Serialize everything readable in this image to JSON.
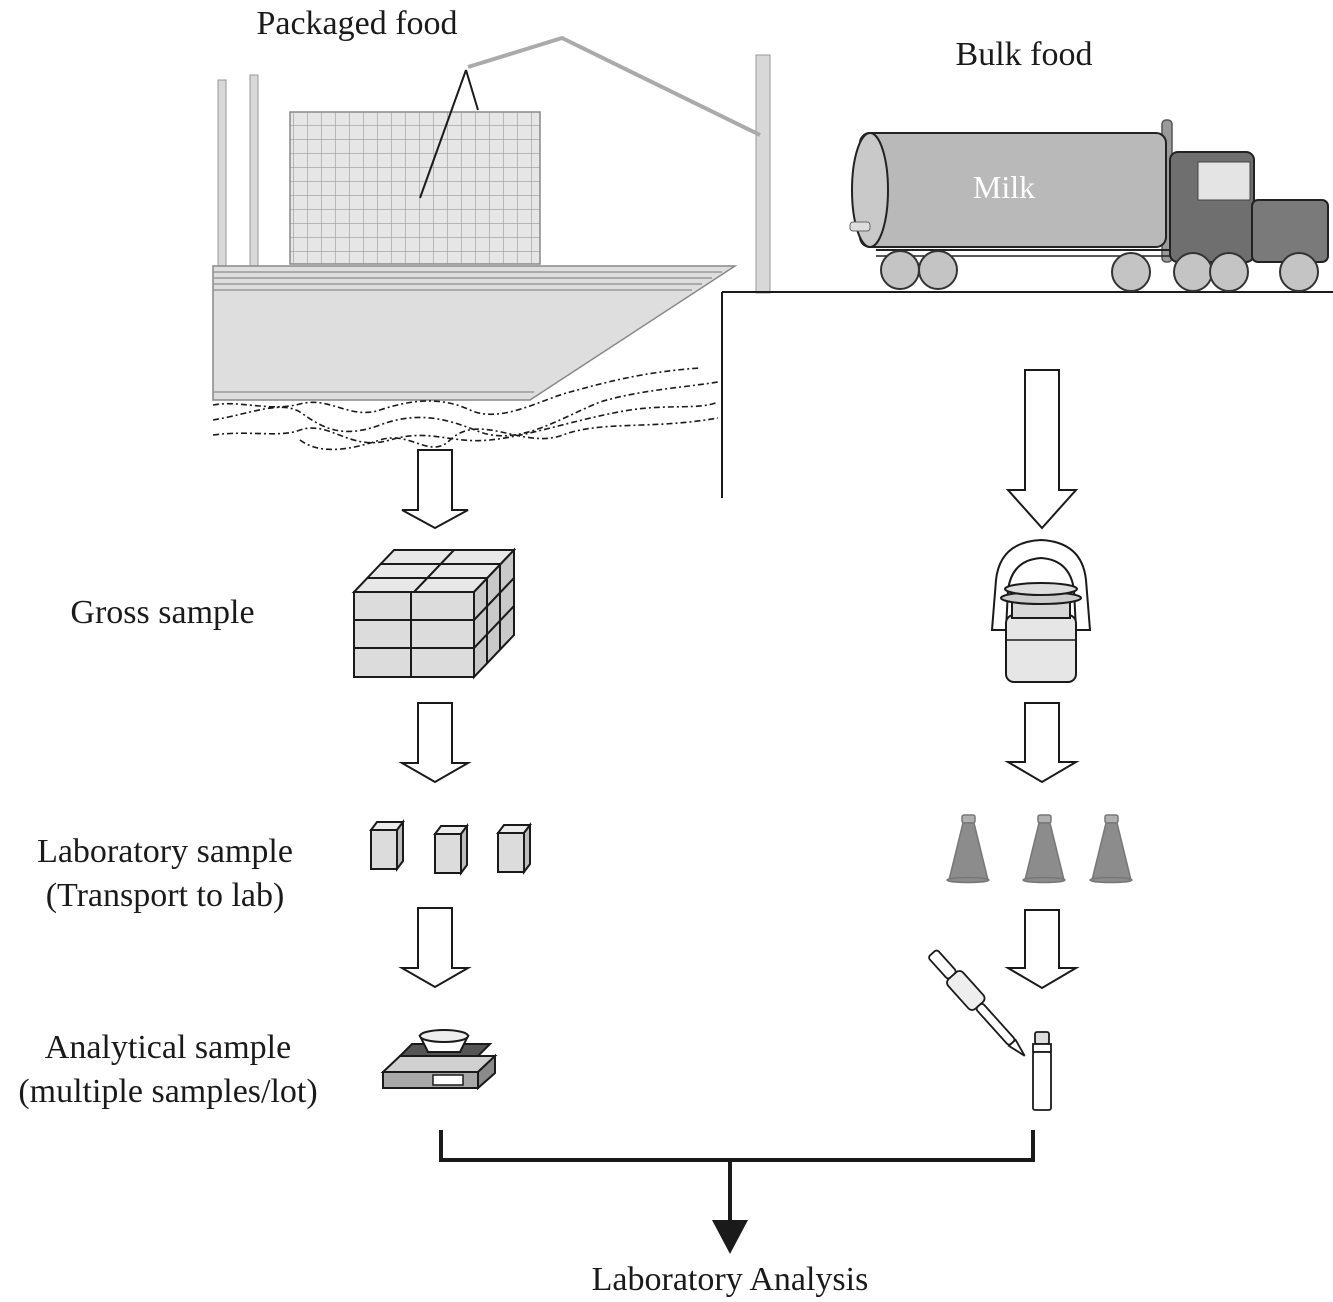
{
  "labels": {
    "packaged_food": "Packaged food",
    "bulk_food": "Bulk food",
    "milk": "Milk",
    "gross_sample": "Gross sample",
    "laboratory_sample": "Laboratory sample",
    "transport_to_lab": "(Transport to lab)",
    "analytical_sample": "Analytical sample",
    "multiple_samples_lot": "(multiple samples/lot)",
    "laboratory_analysis": "Laboratory Analysis"
  },
  "colors": {
    "line": "#1a1a1a",
    "light_gray": "#dcdcdc",
    "mid_gray": "#bdbdbd",
    "dark_gray": "#7a7a7a",
    "flask_gray": "#8c8c8c"
  }
}
